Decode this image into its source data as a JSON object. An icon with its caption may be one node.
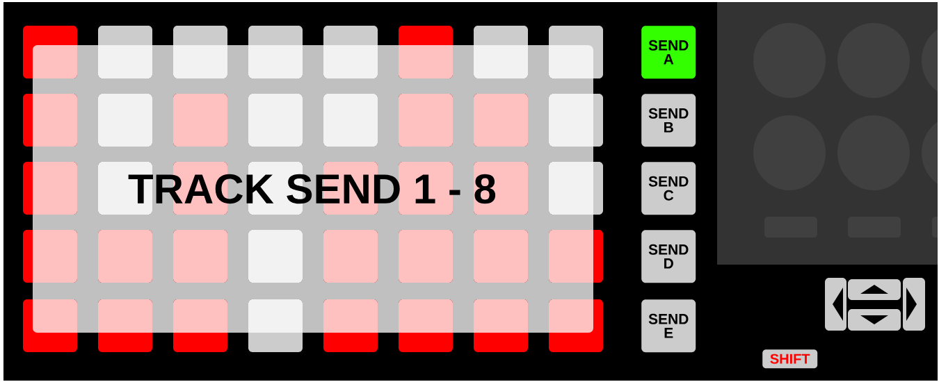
{
  "diagram": {
    "nodes": [
      {
        "text": [
          "TRACK SEND 1 - 8"
        ]
      },
      {
        "text": [
          "SEND A"
        ]
      },
      {
        "text": [
          "SEND B"
        ]
      },
      {
        "text": [
          "SEND C"
        ]
      },
      {
        "text": [
          "SEND D"
        ]
      },
      {
        "text": [
          "SEND E"
        ]
      },
      {
        "text": [
          "SHIFT"
        ]
      }
    ]
  }
}
